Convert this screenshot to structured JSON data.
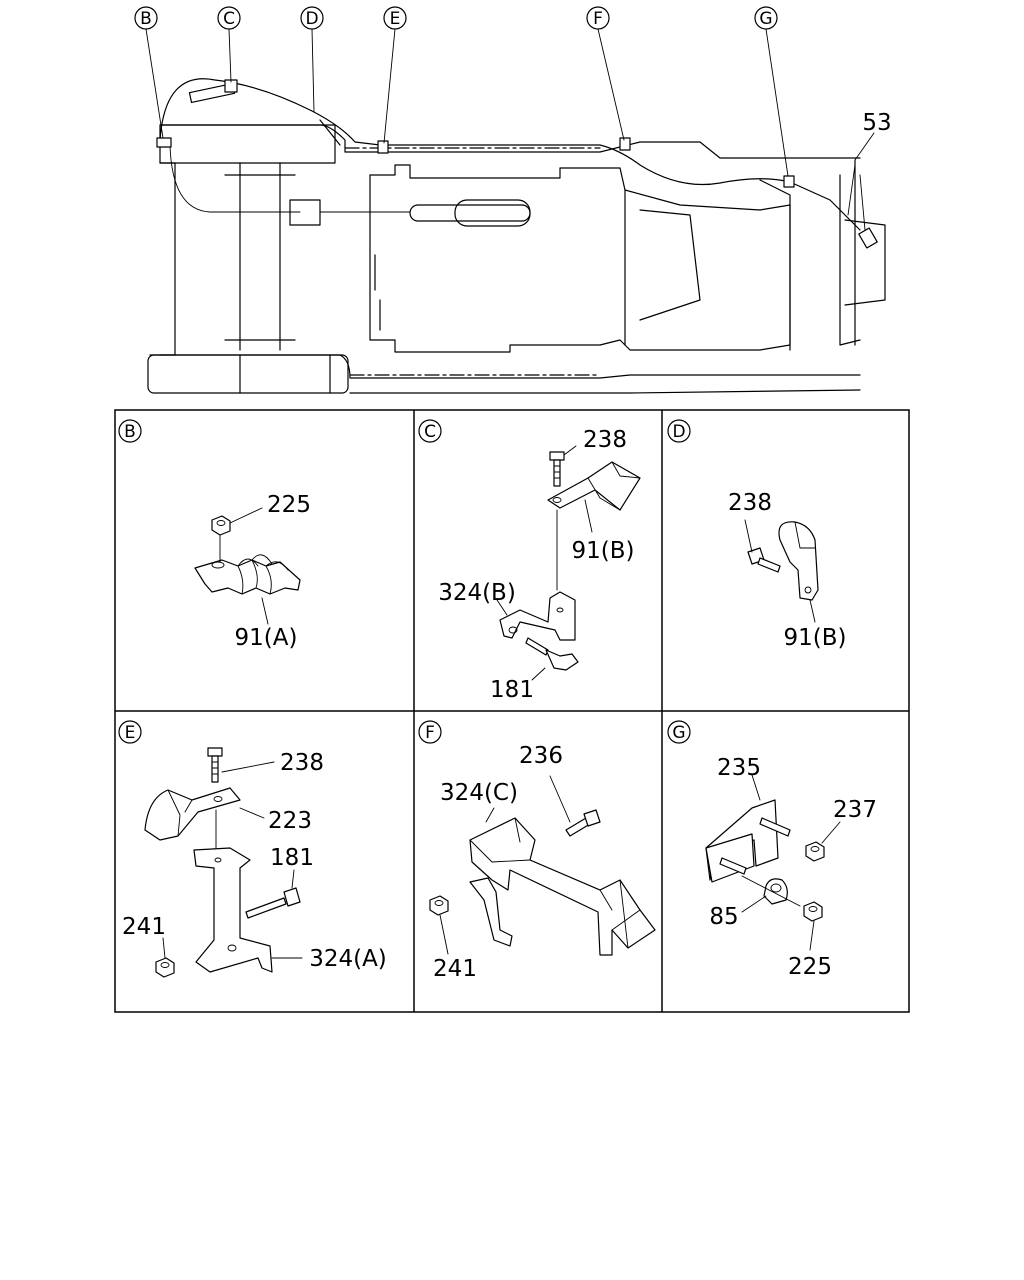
{
  "overview": {
    "detail_markers": [
      "B",
      "C",
      "D",
      "E",
      "F",
      "G"
    ],
    "part_53": "53"
  },
  "details": {
    "B": {
      "letter": "B",
      "labels": {
        "p225": "225",
        "p91a": "91(A)"
      }
    },
    "C": {
      "letter": "C",
      "labels": {
        "p238": "238",
        "p91b": "91(B)",
        "p324b": "324(B)",
        "p181": "181"
      }
    },
    "D": {
      "letter": "D",
      "labels": {
        "p238": "238",
        "p91b": "91(B)"
      }
    },
    "E": {
      "letter": "E",
      "labels": {
        "p238": "238",
        "p223": "223",
        "p181": "181",
        "p241": "241",
        "p324a": "324(A)"
      }
    },
    "F": {
      "letter": "F",
      "labels": {
        "p236": "236",
        "p324c": "324(C)",
        "p241": "241"
      }
    },
    "G": {
      "letter": "G",
      "labels": {
        "p235": "235",
        "p237": "237",
        "p85": "85",
        "p225": "225"
      }
    }
  }
}
